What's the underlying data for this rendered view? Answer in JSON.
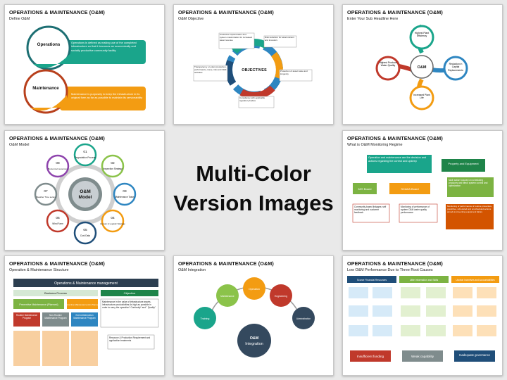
{
  "center_heading": {
    "line1": "Multi-Color",
    "line2": "Version Images"
  },
  "slides": [
    {
      "title": "OPERATIONS & MAINTENANCE (O&M)",
      "subtitle": "Define O&M",
      "labels": {
        "operations": "Operations",
        "maintenance": "Maintenance",
        "operations_desc": "Operations is defined as making use of the completed infrastructure so that it becomes an economically and socially productive community facility",
        "maintenance_desc": "Maintenance is purposely to keep the infrastructure in its original form as far as possible to maintain its serviceability"
      },
      "colors": {
        "operations": "#1aa58b",
        "maintenance": "#f39c12",
        "ring": "#1d6f73"
      }
    },
    {
      "title": "OPERATIONS & MAINTENANCE (O&M)",
      "subtitle": "O&M Objective",
      "labels": {
        "center": "OBJECTIVES",
        "b1": "Production Optimization And system maximization for increased asset revenue",
        "b2": "Risk reduction for asset owners and investors",
        "b3": "Protection of asset value and longevity",
        "b4": "Compliancy with applicable regulatory bodies",
        "b5": "Transparency on plant production, performance, issue, risk and O&M activities"
      }
    },
    {
      "title": "OPERATIONS & MAINTENANCE (O&M)",
      "subtitle": "Enter Your Sub Headline Here",
      "labels": {
        "center": "O&M",
        "top": "Highest Plant Efficiency",
        "right": "Reduction in Capital Replacements",
        "bottom": "Increased Plant Life",
        "left": "Highest Produce Water Quality"
      }
    },
    {
      "title": "OPERATIONS & MAINTENANCE (O&M)",
      "subtitle": "O&M Model",
      "labels": {
        "center1": "O&M",
        "center2": "Model",
        "n01": "01",
        "l01": "Degradation Process",
        "n02": "02",
        "l02": "Inspection Strategy",
        "n03": "03",
        "l03": "Maintenance Tasks",
        "n04": "04",
        "l04": "Human & Logistic Strategy",
        "n05": "05",
        "l05": "Cost Data",
        "n06": "06",
        "l06": "Wind Farm",
        "n07": "07",
        "l07": "Weather Time series",
        "n08": "08",
        "l08": "Personnel resources"
      }
    },
    {
      "title": "OPERATIONS & MAINTENANCE (O&M)",
      "subtitle": "What is O&M Monitoring Regime",
      "labels": {
        "top": "Operation and maintenance are the decision and actions regarding the control and upkeep",
        "property": "Property and Equipment",
        "mis": "MIS Board",
        "scada": "SCADA Board",
        "m_and_e": "M&E action focused on scheduling , produces and tilted/ system control and optimization",
        "community": "Community-based linkages: self monitoring and customer feedback",
        "monitoring": "Monitoring of performance of system O&M water quality performance",
        "perf": "Monitoring of performance of routine preventive, predictive, scheduled and unscheduled actions aimed at preventing equipment failure"
      }
    },
    {
      "title": "OPERATIONS & MAINTENANCE (O&M)",
      "subtitle": "Operation  &  Maintenance Structure",
      "labels": {
        "header": "Operations & Maintenance management",
        "business": "Business Process",
        "objective": "Objective",
        "prev": "Preventive Maintenance (Planned)",
        "corr": "Corrective Maintenance (Un-Planned)",
        "routine": "Routine Maintenance Program",
        "nonroutine": "Non-Routine Maintenance Program",
        "event": "Event-Disfunction Maintenance Program",
        "obj_text": "Maintenance in the value of infrastructure assets. Infrastructure productivities As high as possible in order to carry the operation\" Continuity\" and \" Quality\"",
        "resource": "Resource & Production Requirement and application treatments"
      }
    },
    {
      "title": "OPERATIONS & MAINTENANCE (O&M)",
      "subtitle": "O&M Integration",
      "labels": {
        "center1": "O&M",
        "center2": "Integration",
        "training": "Training",
        "maintenance": "Maintenance",
        "operation": "Operation",
        "engineering": "Engineering",
        "administration": "Administration"
      }
    },
    {
      "title": "OPERATIONS & MAINTENANCE (O&M)",
      "subtitle": "Low O&M Performance Due to Three Root Causes",
      "labels": {
        "col1": "Scarce Financial Resources",
        "col2": "Little Information and Skills",
        "col3": "Unclear Incentives and Accountabilities",
        "foot1": "Insufficient funding",
        "foot2": "Weak capability",
        "foot3": "Inadequate governance"
      }
    }
  ]
}
